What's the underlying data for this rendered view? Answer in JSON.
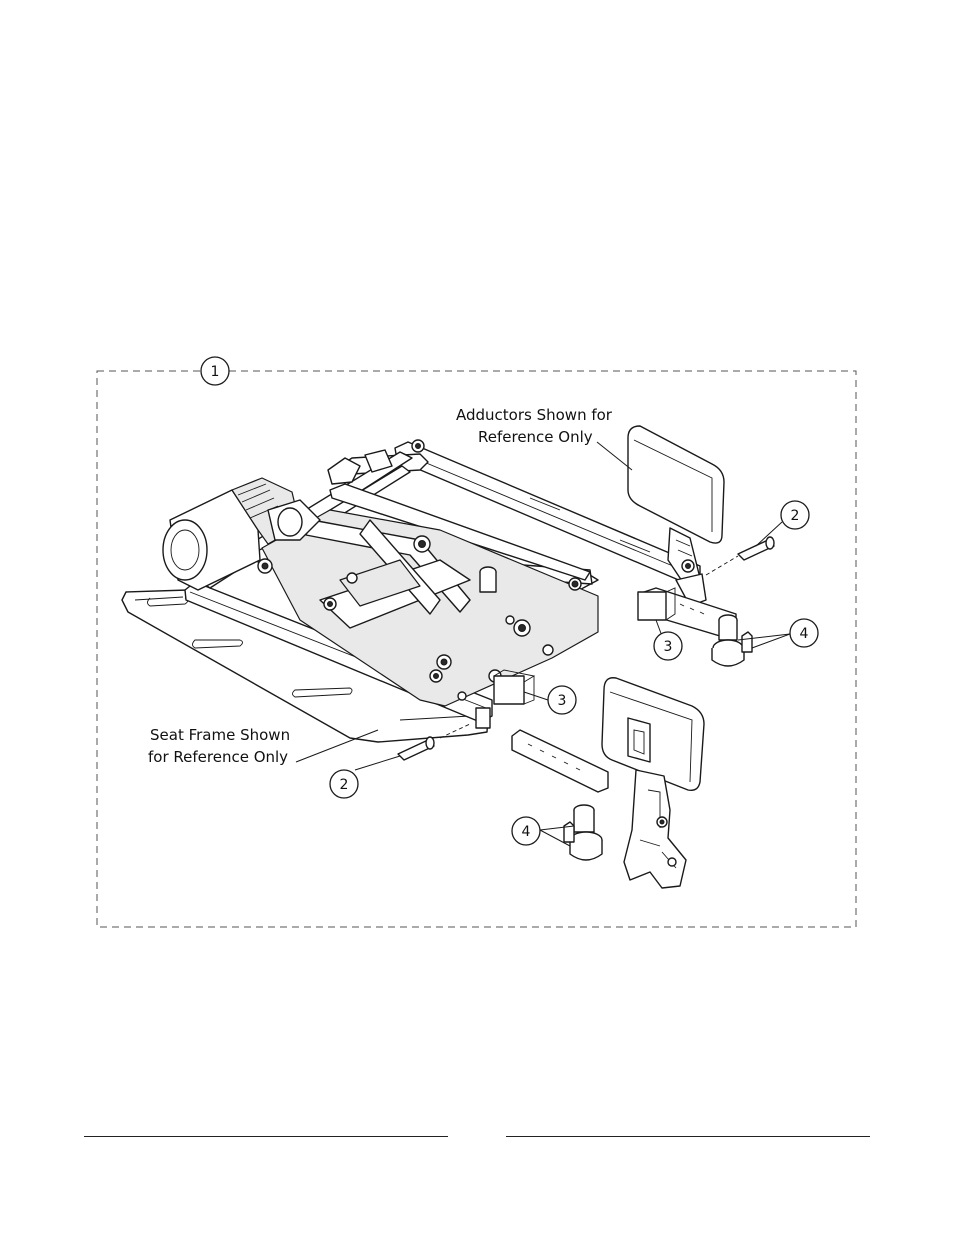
{
  "diagram": {
    "group_number": "1",
    "callouts": {
      "adductors_line1": "Adductors Shown for",
      "adductors_line2": "Reference Only",
      "seat_frame_line1": "Seat Frame Shown",
      "seat_frame_line2": "for Reference Only"
    },
    "item_labels": {
      "item_2_right": "2",
      "item_2_left": "2",
      "item_3_right": "3",
      "item_3_left": "3",
      "item_4_right": "4",
      "item_4_left": "4"
    }
  }
}
